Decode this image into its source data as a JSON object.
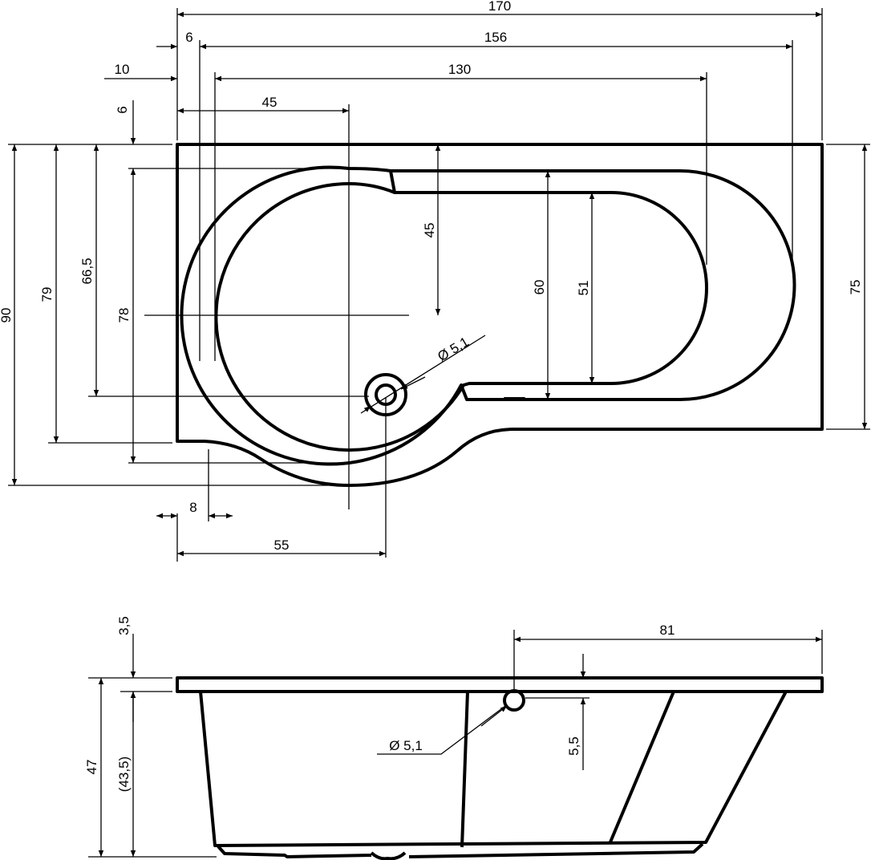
{
  "top_view": {
    "dims": {
      "total_length": "170",
      "inner_length_156": "156",
      "offset_6": "6",
      "inner_length_130": "130",
      "offset_10": "10",
      "center_45": "45",
      "rim_6": "6",
      "width_90": "90",
      "width_79": "79",
      "width_66_5": "66,5",
      "width_78": "78",
      "depth_45": "45",
      "width_60": "60",
      "width_51": "51",
      "width_75": "75",
      "drain_diameter": "Ø 5,1",
      "offset_8": "8",
      "drain_offset_55": "55"
    }
  },
  "side_view": {
    "dims": {
      "rim_3_5": "3,5",
      "overflow_offset_81": "81",
      "height_47": "47",
      "inner_height_43_5": "(43,5)",
      "overflow_diameter": "Ø 5,1",
      "overflow_5_5": "5,5"
    }
  }
}
